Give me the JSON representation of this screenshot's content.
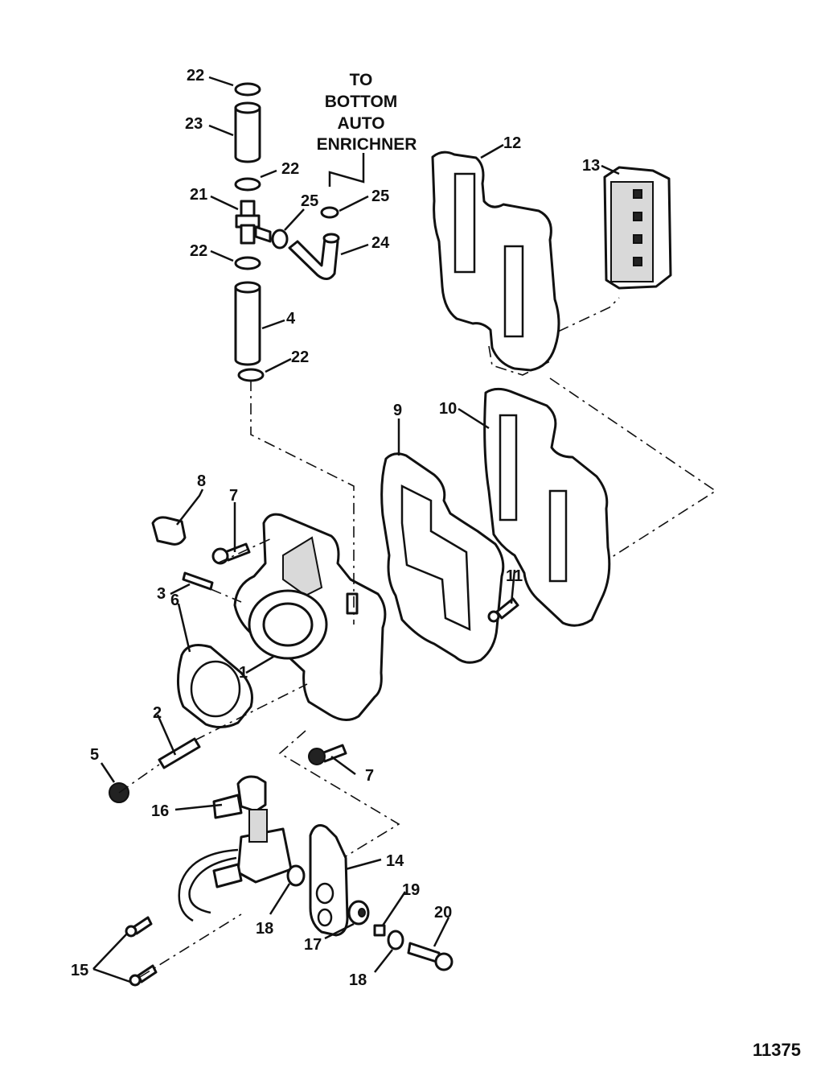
{
  "callouts": {
    "c22a": "22",
    "c23": "23",
    "c22b": "22",
    "c21": "21",
    "c25a": "25",
    "c25b": "25",
    "c24": "24",
    "c22c": "22",
    "c4": "4",
    "c22d": "22",
    "c12": "12",
    "c13": "13",
    "c9": "9",
    "c10": "10",
    "c8": "8",
    "c7a": "7",
    "c3": "3",
    "c6": "6",
    "c1": "1",
    "c11": "11",
    "c2": "2",
    "c5": "5",
    "c7b": "7",
    "c16": "16",
    "c14": "14",
    "c19": "19",
    "c20": "20",
    "c18a": "18",
    "c17": "17",
    "c18b": "18",
    "c15": "15"
  },
  "note": {
    "line1": "TO",
    "line2": "BOTTOM",
    "line3": "AUTO",
    "line4": "ENRICHNER"
  },
  "figure_number": "11375"
}
